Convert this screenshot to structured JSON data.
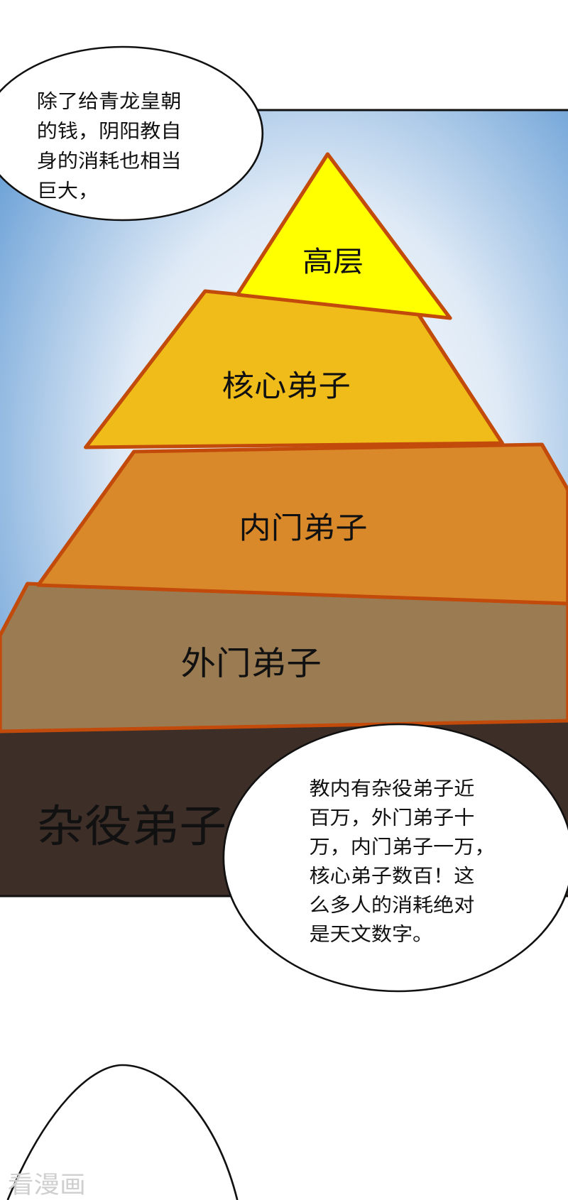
{
  "panel": {
    "bubble_top": {
      "lines": [
        "除了给青龙皇朝",
        "的钱，阴阳教自",
        "身的消耗也相当",
        "巨大，"
      ]
    },
    "pyramid": {
      "tiers": [
        {
          "label": "高层",
          "color": "#FFFF00"
        },
        {
          "label": "核心弟子",
          "color": "#F0BC1A"
        },
        {
          "label": "内门弟子",
          "color": "#D9882A"
        },
        {
          "label": "外门弟子",
          "color": "#9B7B52"
        },
        {
          "label": "杂役弟子",
          "color": "#3D2E28"
        }
      ],
      "outline_color": "#C24A0A"
    },
    "bubble_bottom": {
      "lines": [
        "教内有杂役弟子近",
        "百万，外门弟子十",
        "万，内门弟子一万，",
        "核心弟子数百！这",
        "么多人的消耗绝对",
        "是天文数字。"
      ]
    }
  },
  "watermark": "看漫画"
}
